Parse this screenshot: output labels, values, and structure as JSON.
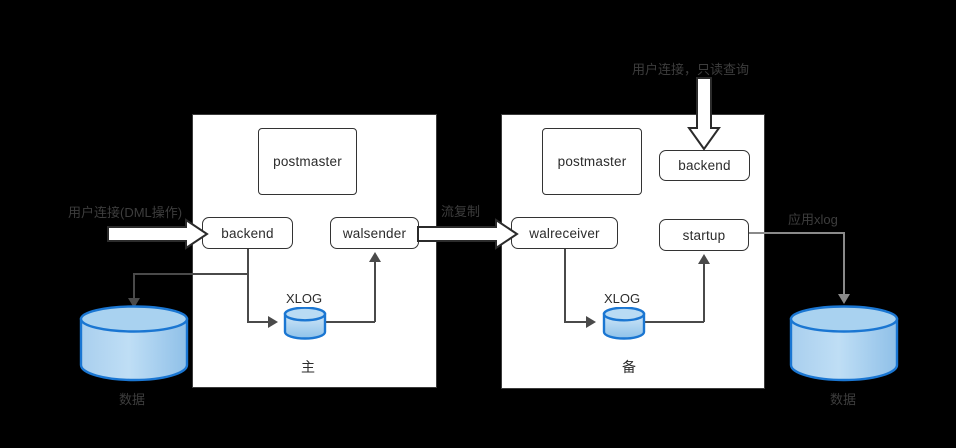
{
  "diagram": {
    "title_hidden": "",
    "colors": {
      "background": "#000000",
      "panel_fill": "#ffffff",
      "panel_border": "#3a3a3a",
      "box_border": "#333333",
      "line": "#4a4a4a",
      "gray_line": "#8a8a8a",
      "label_gray": "#3d3d3d",
      "cylinder_fill_top": "#cfe3f5",
      "cylinder_fill_bottom": "#8fc0e8",
      "cylinder_border": "#1a76d2"
    },
    "outer_labels": {
      "left_connection": "用户连接(DML操作)",
      "replication": "流复制",
      "right_connection": "用户连接，只读查询",
      "apply_xlog": "应用xlog",
      "left_db": "数据",
      "right_db": "数据"
    },
    "primary_panel": {
      "name": "主",
      "boxes": [
        {
          "id": "postmaster",
          "label": "postmaster"
        },
        {
          "id": "backend",
          "label": "backend"
        },
        {
          "id": "walsender",
          "label": "walsender"
        }
      ],
      "xlog_label": "XLOG"
    },
    "standby_panel": {
      "name": "备",
      "boxes": [
        {
          "id": "postmaster",
          "label": "postmaster"
        },
        {
          "id": "backend",
          "label": "backend"
        },
        {
          "id": "walreceiver",
          "label": "walreceiver"
        },
        {
          "id": "startup",
          "label": "startup"
        }
      ],
      "xlog_label": "XLOG"
    }
  }
}
